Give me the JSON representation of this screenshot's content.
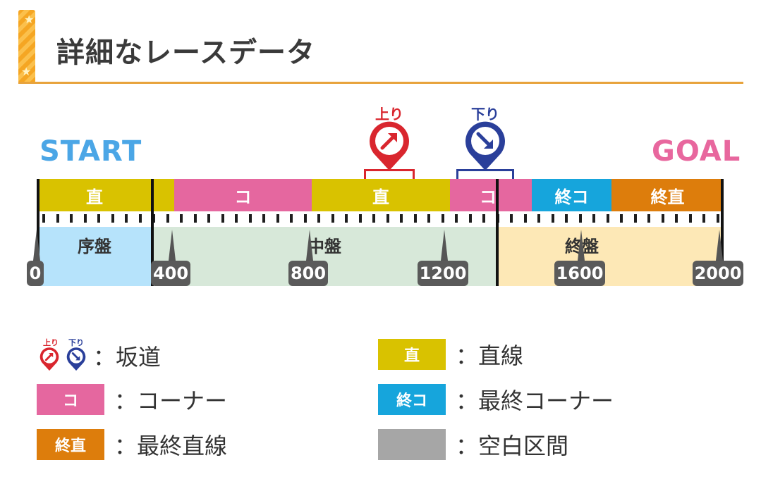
{
  "header": {
    "title": "詳細なレースデータ"
  },
  "course": {
    "start_label": "START",
    "goal_label": "GOAL",
    "slopes": [
      {
        "label": "上り",
        "type": "uphill",
        "color": "#d9262e"
      },
      {
        "label": "下り",
        "type": "downhill",
        "color": "#2a3f9a"
      }
    ],
    "segments": [
      {
        "label": "直",
        "type": "straight",
        "color": "#d9c200"
      },
      {
        "label": "",
        "type": "straight",
        "color": "#d9c200"
      },
      {
        "label": "コ",
        "type": "corner",
        "color": "#e5679f"
      },
      {
        "label": "直",
        "type": "straight",
        "color": "#d9c200"
      },
      {
        "label": "コ",
        "type": "corner",
        "color": "#e5679f"
      },
      {
        "label": "",
        "type": "corner",
        "color": "#e5679f"
      },
      {
        "label": "終コ",
        "type": "final-corner",
        "color": "#16a5dc"
      },
      {
        "label": "終直",
        "type": "final-straight",
        "color": "#dd7d0c"
      }
    ],
    "phases": [
      {
        "label": "序盤",
        "color": "#b6e3fb"
      },
      {
        "label": "中盤",
        "color": "#d7e8d9"
      },
      {
        "label": "終盤",
        "color": "#fde8b6"
      }
    ],
    "markers": [
      "0",
      "400",
      "800",
      "1200",
      "1600",
      "2000"
    ]
  },
  "legend": {
    "items": [
      {
        "chip": "",
        "text": "：坂道",
        "color": ""
      },
      {
        "chip": "直",
        "text": "：直線",
        "color": "#d9c200"
      },
      {
        "chip": "コ",
        "text": "：コーナー",
        "color": "#e5679f"
      },
      {
        "chip": "終コ",
        "text": "：最終コーナー",
        "color": "#16a5dc"
      },
      {
        "chip": "終直",
        "text": "：最終直線",
        "color": "#dd7d0c"
      },
      {
        "chip": "",
        "text": "：空白区間",
        "color": "#a6a6a6"
      }
    ],
    "slope_icons": [
      {
        "label": "上り",
        "type": "uphill"
      },
      {
        "label": "下り",
        "type": "downhill"
      }
    ]
  }
}
